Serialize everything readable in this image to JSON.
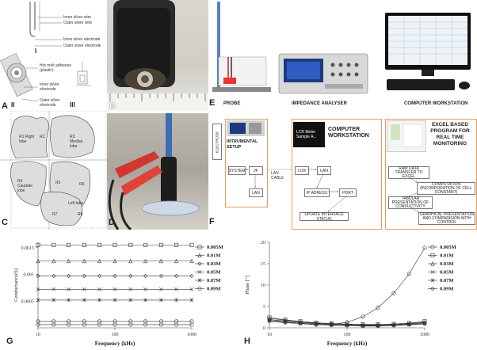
{
  "panels": {
    "A": "A",
    "B": "B",
    "C": "C",
    "D": "D",
    "E": "E",
    "F": "F",
    "G": "G",
    "H": "H"
  },
  "panelA": {
    "roman": [
      "I",
      "II",
      "III"
    ],
    "labels": {
      "inner_wire": "Inner silver wire",
      "outer_wire": "Outer silver wire",
      "inner_electrode": "Inner silver electrode",
      "outer_electrode": "Outer silver electrode",
      "adhesive": "Hot melt adhesive (plastic)",
      "inner_electrode2": "Inner silver electrode",
      "outer_electrode2": "Outer silver electrode"
    }
  },
  "panelC": {
    "roman": [
      "II",
      "III"
    ],
    "regions": [
      "R1 Right lobe",
      "R2",
      "R3 Median lobe",
      "R4 Caudate lobe",
      "R5",
      "R6",
      "R7",
      "R8",
      "Left lobe"
    ]
  },
  "panelE": {
    "captions": [
      "PROBE",
      "IMPEDANCE ANALYSER",
      "COMPUTER WORKSTATION"
    ]
  },
  "panelF": {
    "electrode": "ELECTRODE",
    "instrumental_setup": "INTRUMENTAL SETUP",
    "system": "SYSTEM",
    "if": "I/F",
    "lan1": "LAN",
    "lan_cable": "LAN CABLE",
    "lcr_meter": "LCR Meter Sample A...",
    "computer_ws": "COMPUTER WORKSTATION",
    "lcr": "LCR",
    "lan2": "LAN",
    "ip": "IP ADRESS",
    "port": "PORT",
    "update": "UPDATE INTERFACE STATUS",
    "excel_title": "EXCEL BASED PROGRAM FOR REAL TIME MONITORING",
    "raw": "RAW DATA TRANSFER TO EXCEL",
    "computation": "COMPUTATION (INCORPORATION OF CELL CONSTANT)",
    "tabular": "TABULAR PRESENTATION OF CONDUCTIVITY",
    "graphical": "GRAPHICAL PRESENTATION AND COMPARISION WITH CONTROL"
  },
  "chart_data": [
    {
      "type": "line",
      "panel": "G",
      "xlabel": "Frequency (kHz)",
      "ylabel": "Conductance(S)",
      "xscale": "log",
      "xlim": [
        10,
        1000
      ],
      "ylim": [
        0,
        0.0016
      ],
      "xticks": [
        "10",
        "100",
        "1000"
      ],
      "yticks": [
        "0.0005",
        "0.001",
        "0.0015"
      ],
      "x": [
        10,
        16,
        25,
        40,
        63,
        100,
        160,
        250,
        400,
        630,
        1000
      ],
      "series": [
        {
          "name": "0.005M",
          "marker": "square",
          "values": [
            0.00155,
            0.00155,
            0.00155,
            0.00155,
            0.00155,
            0.00155,
            0.00155,
            0.00155,
            0.00155,
            0.00155,
            0.00155
          ]
        },
        {
          "name": "0.01M",
          "marker": "triangle",
          "values": [
            0.00125,
            0.00125,
            0.00125,
            0.00125,
            0.00125,
            0.00125,
            0.00125,
            0.00125,
            0.00125,
            0.00125,
            0.00125
          ]
        },
        {
          "name": "0.03M",
          "marker": "diamond",
          "values": [
            0.00097,
            0.00097,
            0.00097,
            0.00097,
            0.00097,
            0.00097,
            0.00097,
            0.00097,
            0.00097,
            0.00097,
            0.00097
          ]
        },
        {
          "name": "0.05M",
          "marker": "cross",
          "values": [
            0.00072,
            0.00072,
            0.00072,
            0.00072,
            0.00072,
            0.00072,
            0.00072,
            0.00072,
            0.00072,
            0.00072,
            0.00072
          ]
        },
        {
          "name": "0.07M",
          "marker": "asterisk",
          "values": [
            0.00052,
            0.00052,
            0.00052,
            0.00052,
            0.00052,
            0.00052,
            0.00052,
            0.00052,
            0.00052,
            0.00052,
            0.00052
          ]
        },
        {
          "name": "0.09M",
          "marker": "circle",
          "values": [
            0.00012,
            0.00012,
            0.00012,
            0.00012,
            0.00012,
            0.00012,
            0.00012,
            0.00012,
            0.00012,
            0.00012,
            0.00012
          ]
        },
        {
          "name": "",
          "marker": "circle",
          "values": [
            6e-05,
            6e-05,
            6e-05,
            6e-05,
            6e-05,
            6e-05,
            6e-05,
            6e-05,
            6e-05,
            6e-05,
            6e-05
          ]
        }
      ]
    },
    {
      "type": "line",
      "panel": "H",
      "xlabel": "Frequency (kHz)",
      "ylabel": "Phase [°]",
      "xscale": "log",
      "xlim": [
        10,
        1000
      ],
      "ylim": [
        0,
        20
      ],
      "xticks": [
        "10",
        "100",
        "1000"
      ],
      "yticks": [
        "0",
        "5",
        "10",
        "15",
        "20"
      ],
      "x": [
        10,
        16,
        25,
        40,
        63,
        100,
        160,
        250,
        400,
        630,
        1000
      ],
      "series": [
        {
          "name": "0.005M",
          "marker": "circle",
          "values": [
            2.0,
            1.4,
            1.0,
            0.7,
            0.8,
            1.3,
            2.6,
            4.7,
            8.1,
            12.6,
            18.7
          ]
        },
        {
          "name": "0.01M",
          "marker": "square",
          "values": [
            2.4,
            1.9,
            1.5,
            1.2,
            1.0,
            0.9,
            0.8,
            0.8,
            0.9,
            1.1,
            1.5
          ]
        },
        {
          "name": "0.03M",
          "marker": "triangle",
          "values": [
            2.2,
            1.8,
            1.4,
            1.1,
            0.9,
            0.8,
            0.7,
            0.7,
            0.8,
            1.0,
            1.3
          ]
        },
        {
          "name": "0.05M",
          "marker": "cross",
          "values": [
            1.9,
            1.6,
            1.3,
            1.0,
            0.8,
            0.7,
            0.6,
            0.6,
            0.7,
            0.9,
            1.2
          ]
        },
        {
          "name": "0.07M",
          "marker": "asterisk",
          "values": [
            1.7,
            1.4,
            1.1,
            0.9,
            0.7,
            0.6,
            0.5,
            0.5,
            0.6,
            0.8,
            1.0
          ]
        },
        {
          "name": "0.09M",
          "marker": "diamond",
          "values": [
            1.5,
            1.2,
            1.0,
            0.8,
            0.6,
            0.5,
            0.4,
            0.4,
            0.5,
            0.7,
            0.9
          ]
        }
      ]
    }
  ]
}
